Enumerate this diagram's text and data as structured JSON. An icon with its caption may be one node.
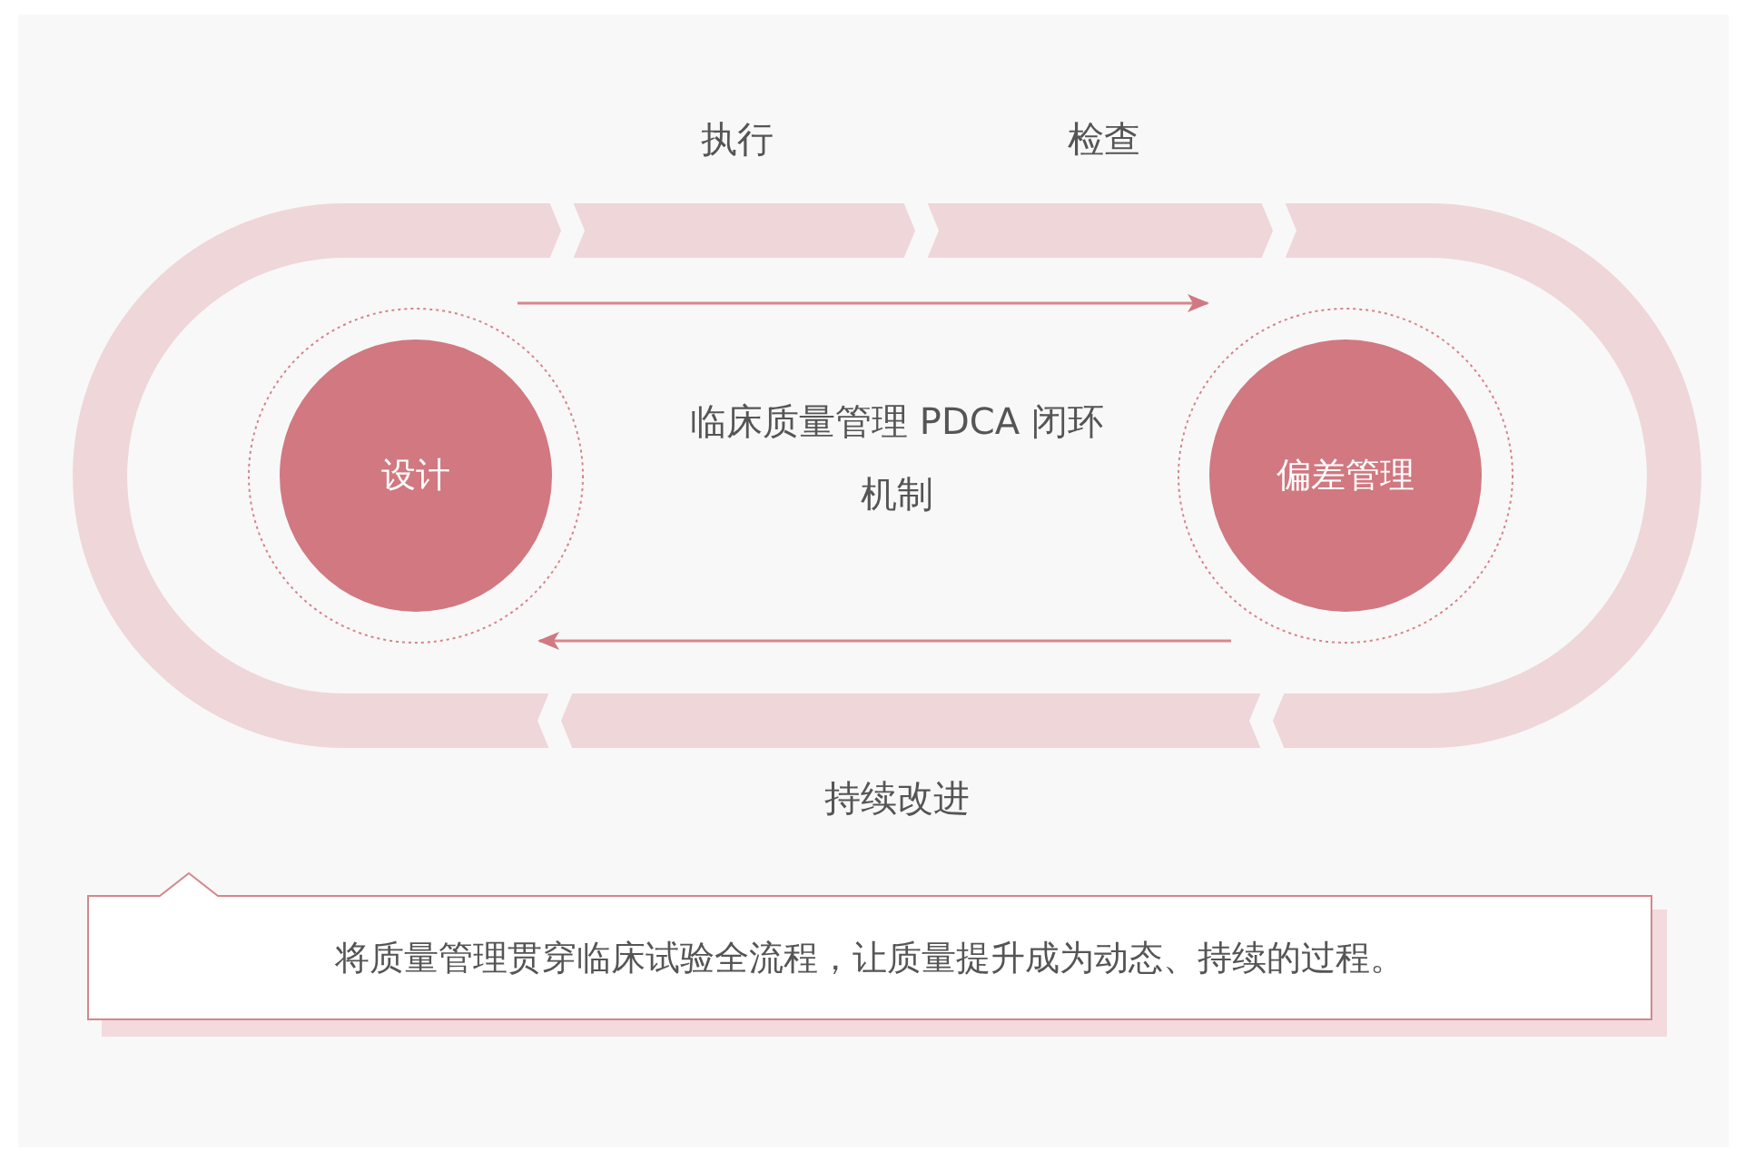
{
  "diagram": {
    "nodes": [
      {
        "text": [
          "设计"
        ]
      },
      {
        "text": [
          "偏差管理"
        ]
      },
      {
        "text": [
          "将质量管理贯穿临床试验全流程，让质量提升成为动态、持续的过程。"
        ]
      }
    ],
    "edges": [
      {
        "from": 0,
        "to": 1,
        "arrow": "to"
      },
      {
        "from": 1,
        "to": 0,
        "arrow": "to"
      }
    ],
    "labels": [
      "执行",
      "检查",
      "临床质量管理 PDCA 闭环机制",
      "持续改进"
    ]
  }
}
